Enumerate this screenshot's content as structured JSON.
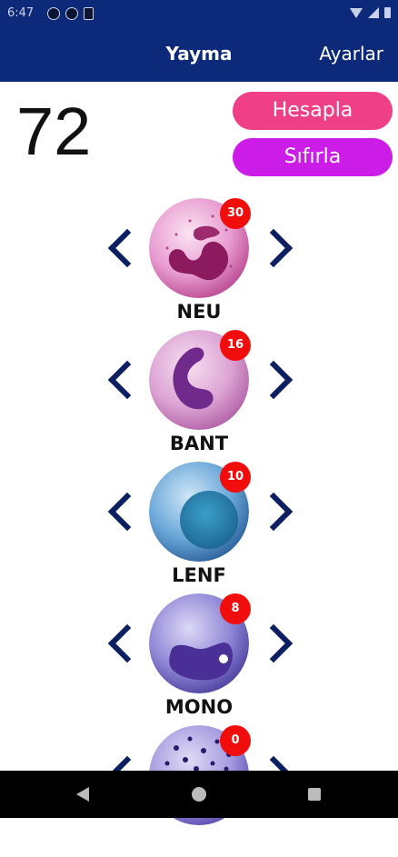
{
  "status": {
    "time": "6:47"
  },
  "header": {
    "title": "Yayma",
    "settings_label": "Ayarlar"
  },
  "total": "72",
  "buttons": {
    "calculate": "Hesapla",
    "reset": "Sıfırla"
  },
  "cells": [
    {
      "name": "NEU",
      "count": "30"
    },
    {
      "name": "BANT",
      "count": "16"
    },
    {
      "name": "LENF",
      "count": "10"
    },
    {
      "name": "MONO",
      "count": "8"
    },
    {
      "name": "",
      "count": "0"
    }
  ],
  "colors": {
    "appbar": "#0d2a7a",
    "calculate": "#ef3f86",
    "reset": "#cc1de8",
    "badge": "#f20d0d",
    "chevron": "#0d1f63"
  }
}
